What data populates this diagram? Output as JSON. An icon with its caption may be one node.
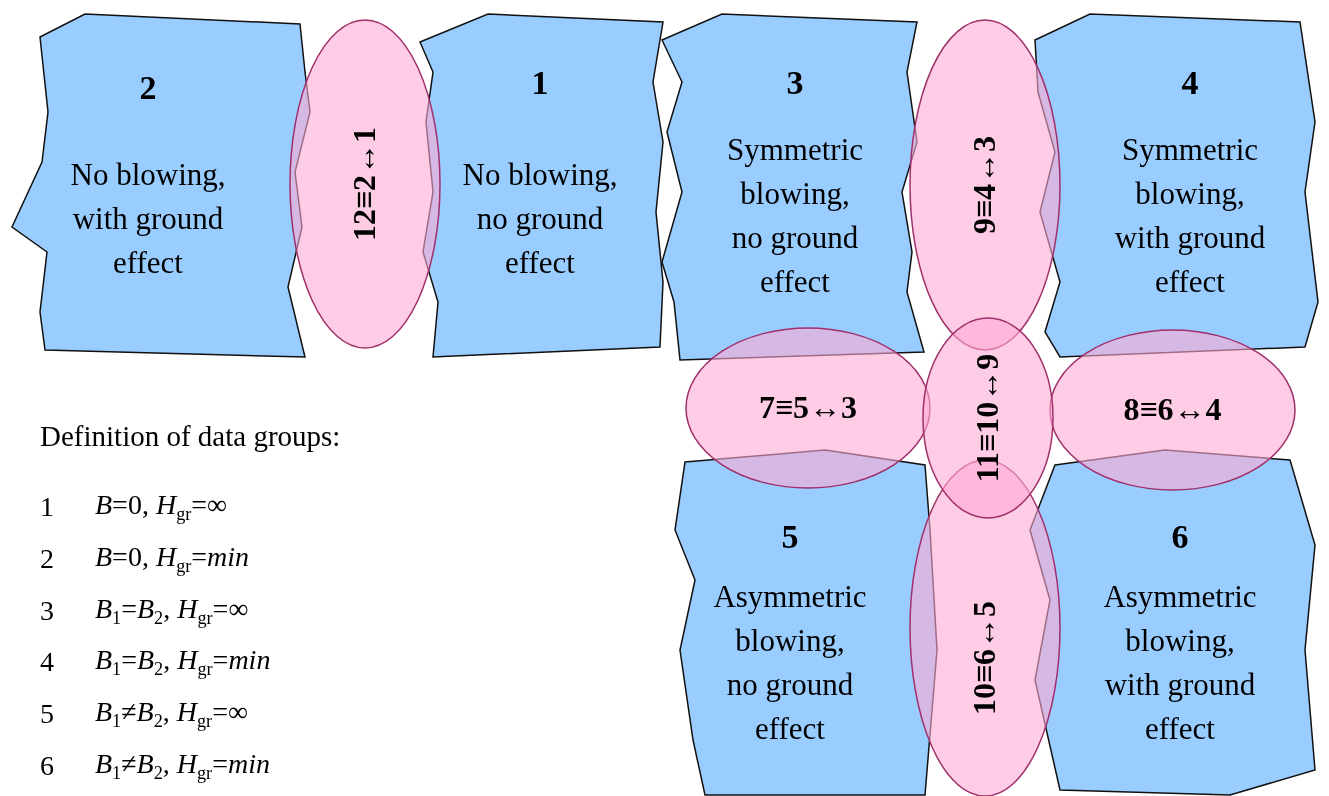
{
  "diagram": {
    "nodes": [
      {
        "text": [
          "2",
          "No blowing, with ground effect"
        ]
      },
      {
        "text": [
          "12≡2↔1"
        ]
      },
      {
        "text": [
          "1",
          "No blowing, no ground effect"
        ]
      },
      {
        "text": [
          "3",
          "Symmetric blowing, no ground effect"
        ]
      },
      {
        "text": [
          "9≡4↔3"
        ]
      },
      {
        "text": [
          "4",
          "Symmetric blowing, with ground effect"
        ]
      },
      {
        "text": [
          "7≡5↔3"
        ]
      },
      {
        "text": [
          "11≡10↔9"
        ]
      },
      {
        "text": [
          "8≡6↔4"
        ]
      },
      {
        "text": [
          "5",
          "Asymmetric blowing, no ground effect"
        ]
      },
      {
        "text": [
          "10≡6↔5"
        ]
      },
      {
        "text": [
          "6",
          "Asymmetric blowing, with ground effect"
        ]
      }
    ],
    "labels": [
      "Definition of data groups:",
      "1",
      "*B*=0, *H*$_{gr}$=∞",
      "2",
      "*B*=0, *H*$_{gr}$=*min*",
      "3",
      "*B*$_{1}$=*B*$_{2}$, *H*$_{gr}$=∞",
      "4",
      "*B*$_{1}$=*B*$_{2}$, *H*$_{gr}$=*min*",
      "5",
      "*B*$_{1}$≠*B*$_{2}$, *H*$_{gr}$=∞",
      "6",
      "*B*$_{1}$≠*B*$_{2}$, *H*$_{gr}$=*min*"
    ]
  }
}
